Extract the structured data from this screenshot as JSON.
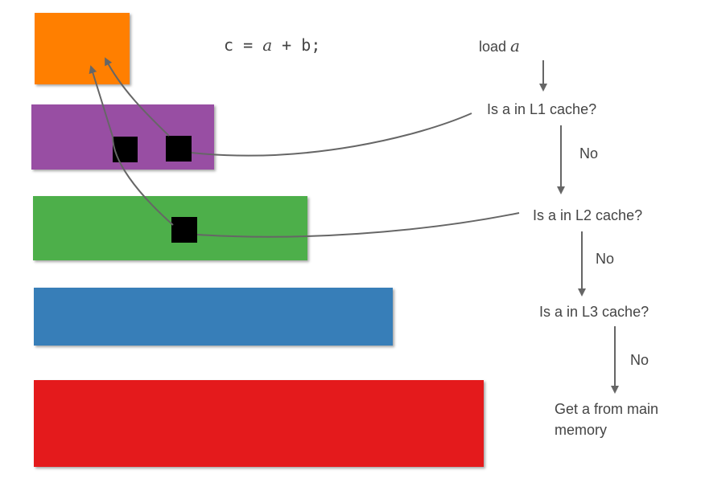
{
  "diagram": {
    "code_statement": {
      "target": "c",
      "eq": "=",
      "left_operand": "a",
      "op": "+",
      "right_operand": "b",
      "end": ";"
    },
    "flow": {
      "load_prefix": "load",
      "load_var": "a",
      "q_l1": "Is a in L1 cache?",
      "no_1": "No",
      "q_l2": "Is a in L2 cache?",
      "no_2": "No",
      "q_l3": "Is a in L3 cache?",
      "no_3": "No",
      "main_memory_line1": "Get a from main",
      "main_memory_line2": "memory"
    },
    "colors": {
      "register": "#ff7f00",
      "l1": "#984ea3",
      "l2": "#4daf4a",
      "l3": "#377eb8",
      "main_memory": "#e41a1c",
      "cache_cell": "#000000",
      "arrow": "#666666",
      "text": "#444444"
    }
  }
}
